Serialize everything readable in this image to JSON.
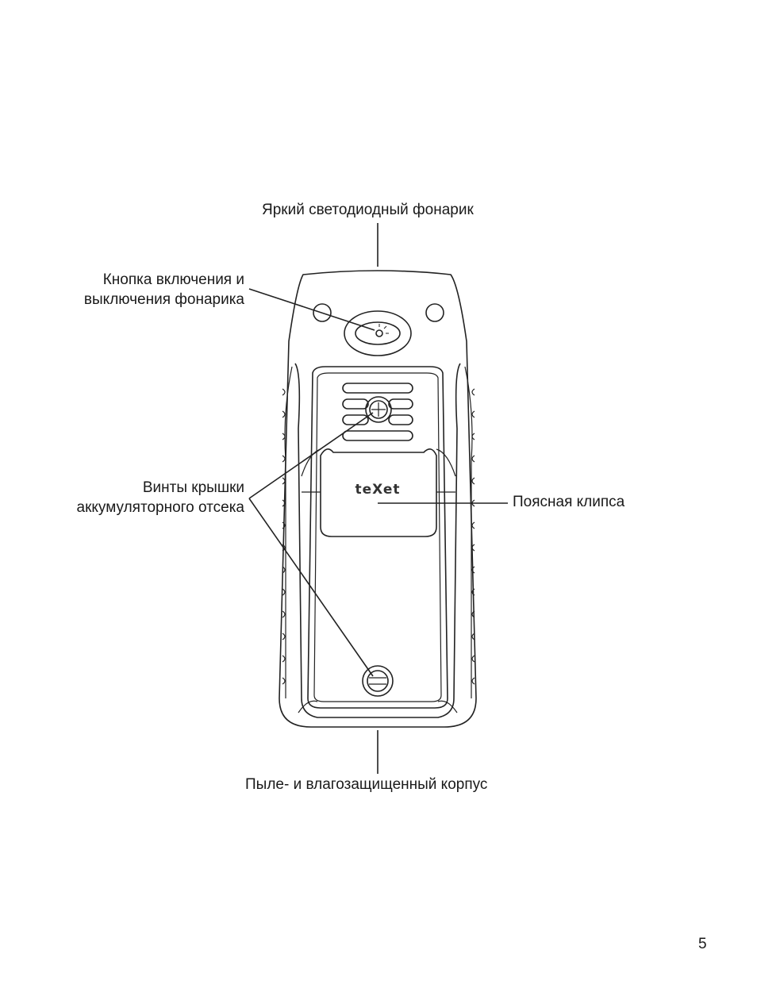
{
  "labels": {
    "flashlight": "Яркий светодиодный фонарик",
    "power_button_line1": "Кнопка включения и",
    "power_button_line2": "выключения фонарика",
    "screws_line1": "Винты крышки",
    "screws_line2": "аккумуляторного отсека",
    "belt_clip": "Поясная клипса",
    "housing": "Пыле- и влагозащищенный корпус"
  },
  "logo": "teXet",
  "page_number": "5"
}
